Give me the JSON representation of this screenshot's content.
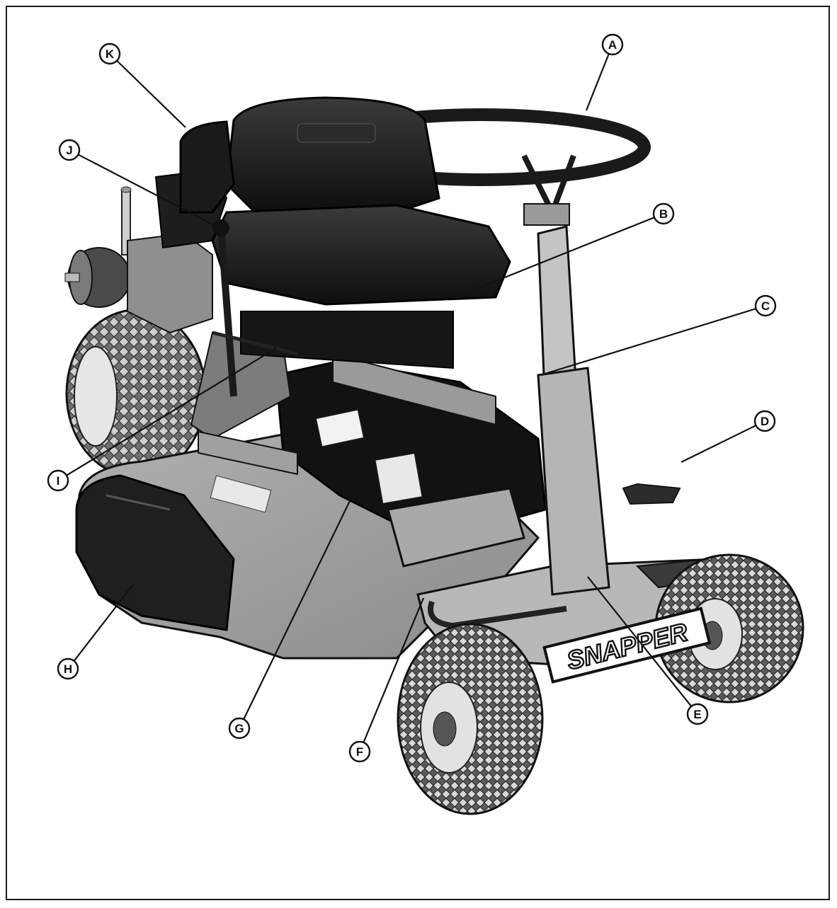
{
  "figure": {
    "brand_text": "SNAPPER",
    "callouts": [
      {
        "id": "A",
        "label": "A"
      },
      {
        "id": "B",
        "label": "B"
      },
      {
        "id": "C",
        "label": "C"
      },
      {
        "id": "D",
        "label": "D"
      },
      {
        "id": "E",
        "label": "E"
      },
      {
        "id": "F",
        "label": "F"
      },
      {
        "id": "G",
        "label": "G"
      },
      {
        "id": "H",
        "label": "H"
      },
      {
        "id": "I",
        "label": "I"
      },
      {
        "id": "J",
        "label": "J"
      },
      {
        "id": "K",
        "label": "K"
      }
    ]
  },
  "colors": {
    "ink": "#111111",
    "dark_body": "#1c1c1c",
    "mid_gray": "#8a8a8a",
    "light_gray": "#b8b8b8",
    "deck_gray": "#9c9c9c",
    "paper": "#ffffff"
  }
}
